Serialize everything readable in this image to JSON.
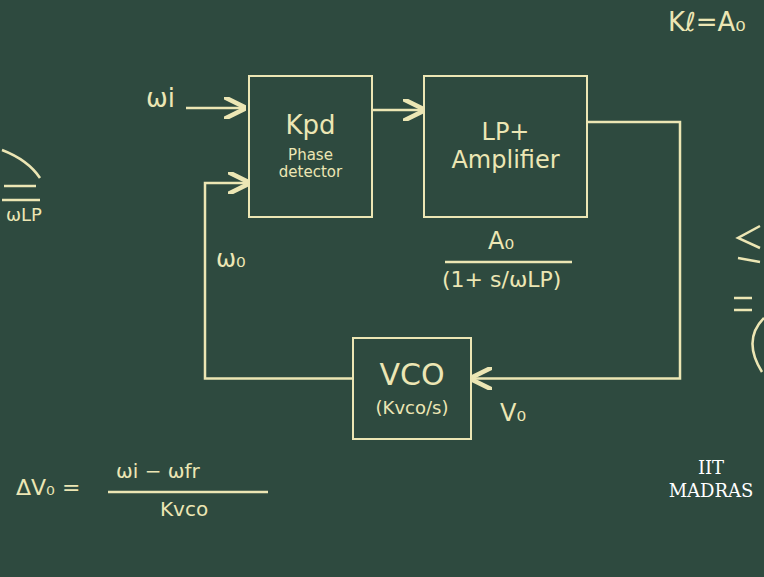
{
  "diagram": {
    "nodes": [
      {
        "text": [
          "Kpd",
          "Phase detector"
        ]
      },
      {
        "text": [
          "LP+ Amplifier"
        ]
      },
      {
        "text": [
          "VCO",
          "(Kvco/s)"
        ]
      }
    ],
    "edges": [
      {
        "from": 0,
        "to": 1,
        "arrow": "to"
      },
      {
        "from": 1,
        "to": 2,
        "arrow": "to",
        "label": "V₀"
      },
      {
        "from": 2,
        "to": 0,
        "arrow": "to",
        "label": "ω₀"
      }
    ],
    "labels": [
      "Kℓ=A₀",
      "A₀",
      "(1+ s/ωLP)",
      "ωi",
      "ΔV₀ =",
      "ωi − ωfr",
      "Kvco",
      "ωLP",
      "IIT MADRAS"
    ]
  }
}
